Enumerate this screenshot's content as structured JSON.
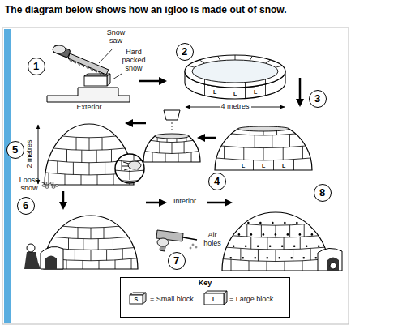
{
  "diagram": {
    "title": "The diagram below shows how an igloo is made out of snow.",
    "nodes": [
      {
        "text": [
          "Key"
        ]
      }
    ],
    "labels": [
      "Snow saw",
      "1",
      "Hard packed snow",
      "2",
      "L",
      "L",
      "L",
      "4 metres",
      "3",
      "L",
      "L",
      "L",
      "Exterior",
      "5",
      "2 metres",
      "Loose snow",
      "4",
      "6",
      "Interior",
      "8",
      "Air holes",
      "7",
      "S",
      "L"
    ],
    "legend": [
      {
        "text": "= Small block"
      },
      {
        "text": "= Large block"
      }
    ]
  }
}
